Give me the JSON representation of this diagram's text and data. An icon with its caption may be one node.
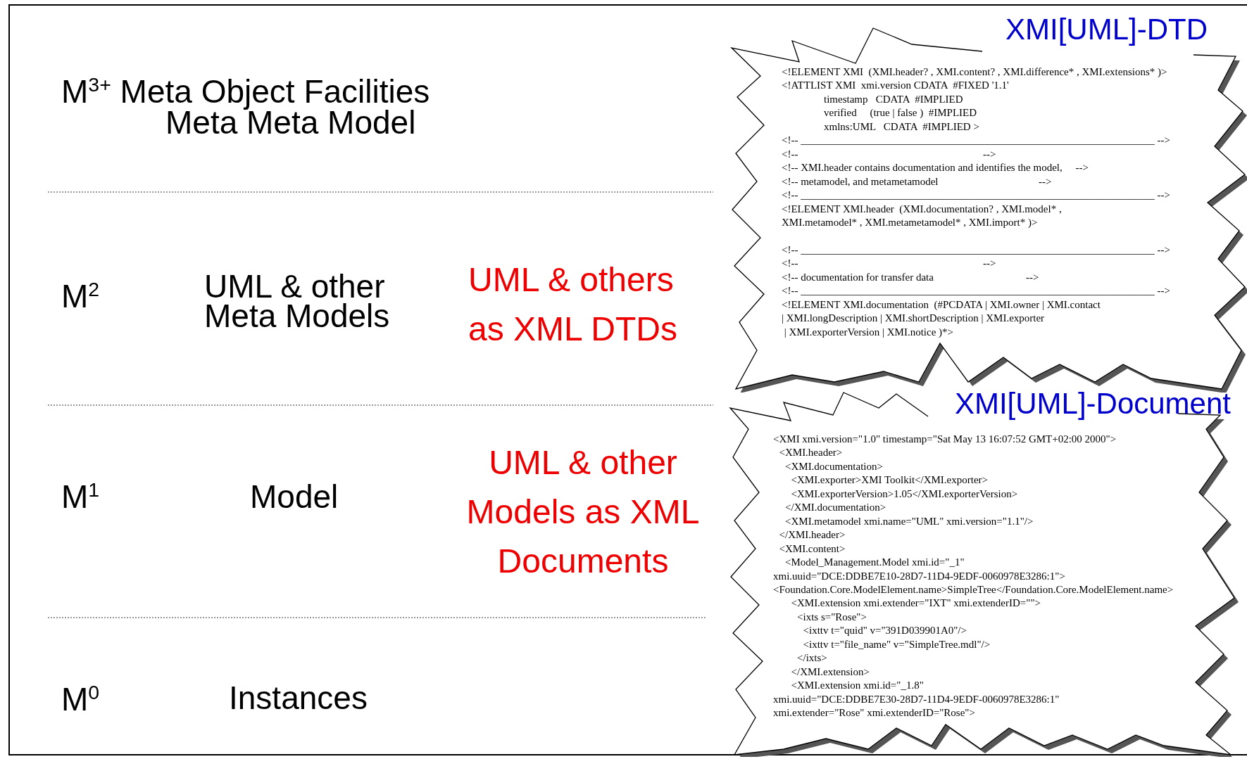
{
  "diagram": {
    "nodes": [
      {
        "text": [
          "XMI[UML]-DTD",
          "<!ELEMENT XMI  (XMI.header? , XMI.content? , XMI.difference* , XMI.extensions* )>",
          "<!ATTLIST XMI  xmi.version CDATA  #FIXED '1.1'",
          "timestamp   CDATA  #IMPLIED",
          "verified     (true | false )  #IMPLIED",
          "xmlns:UML   CDATA  #IMPLIED >",
          "<!-- ___________________________________________________________________ -->",
          "<!--                                                                      -->",
          "<!-- XMI.header contains documentation and identifies the model,     -->",
          "<!-- metamodel, and metametamodel                                      -->",
          "<!-- ___________________________________________________________________ -->",
          "<!ELEMENT XMI.header  (XMI.documentation? , XMI.model* ,",
          "XMI.metamodel* , XMI.metametamodel* , XMI.import* )>",
          "<!-- ___________________________________________________________________ -->",
          "<!--                                                                      -->",
          "<!-- documentation for transfer data                                   -->",
          "<!-- ___________________________________________________________________ -->",
          "<!ELEMENT XMI.documentation  (#PCDATA | XMI.owner | XMI.contact",
          "| XMI.longDescription | XMI.shortDescription | XMI.exporter",
          " | XMI.exporterVersion | XMI.notice )*>"
        ]
      },
      {
        "text": [
          "XMI[UML]-Document",
          "<XMI xmi.version=\"1.0\" timestamp=\"Sat May 13 16:07:52 GMT+02:00 2000\">",
          "<XMI.header>",
          "<XMI.documentation>",
          "<XMI.exporter>XMI Toolkit</XMI.exporter>",
          "<XMI.exporterVersion>1.05</XMI.exporterVersion>",
          "</XMI.documentation>",
          "<XMI.metamodel xmi.name=\"UML\" xmi.version=\"1.1\"/>",
          "</XMI.header>",
          "<XMI.content>",
          "<Model_Management.Model xmi.id=\"_1\"",
          "xmi.uuid=\"DCE:DDBE7E10-28D7-11D4-9EDF-0060978E3286:1\">",
          "<Foundation.Core.ModelElement.name>SimpleTree</Foundation.Core.ModelElement.name>",
          "<XMI.extension xmi.extender=\"IXT\" xmi.extenderID=\"\">",
          "<ixts s=\"Rose\">",
          "<ixttv t=\"quid\" v=\"391D039901A0\"/>",
          "<ixttv t=\"file_name\" v=\"SimpleTree.mdl\"/>",
          "</ixts>",
          "</XMI.extension>",
          "<XMI.extension xmi.id=\"_1.8\"",
          "xmi.uuid=\"DCE:DDBE7E30-28D7-11D4-9EDF-0060978E3286:1\"",
          "xmi.extender=\"Rose\" xmi.extenderID=\"Rose\">"
        ]
      }
    ],
    "labels": [
      "M$^{3+}$ Meta Object Facilities",
      "Meta Meta Model",
      "M$^{2}$",
      "UML & other Meta Models",
      "UML & others as XML DTDs",
      "M$^{1}$",
      "Model",
      "UML & other Models as XML Documents",
      "M$^{0}$",
      "Instances"
    ]
  }
}
